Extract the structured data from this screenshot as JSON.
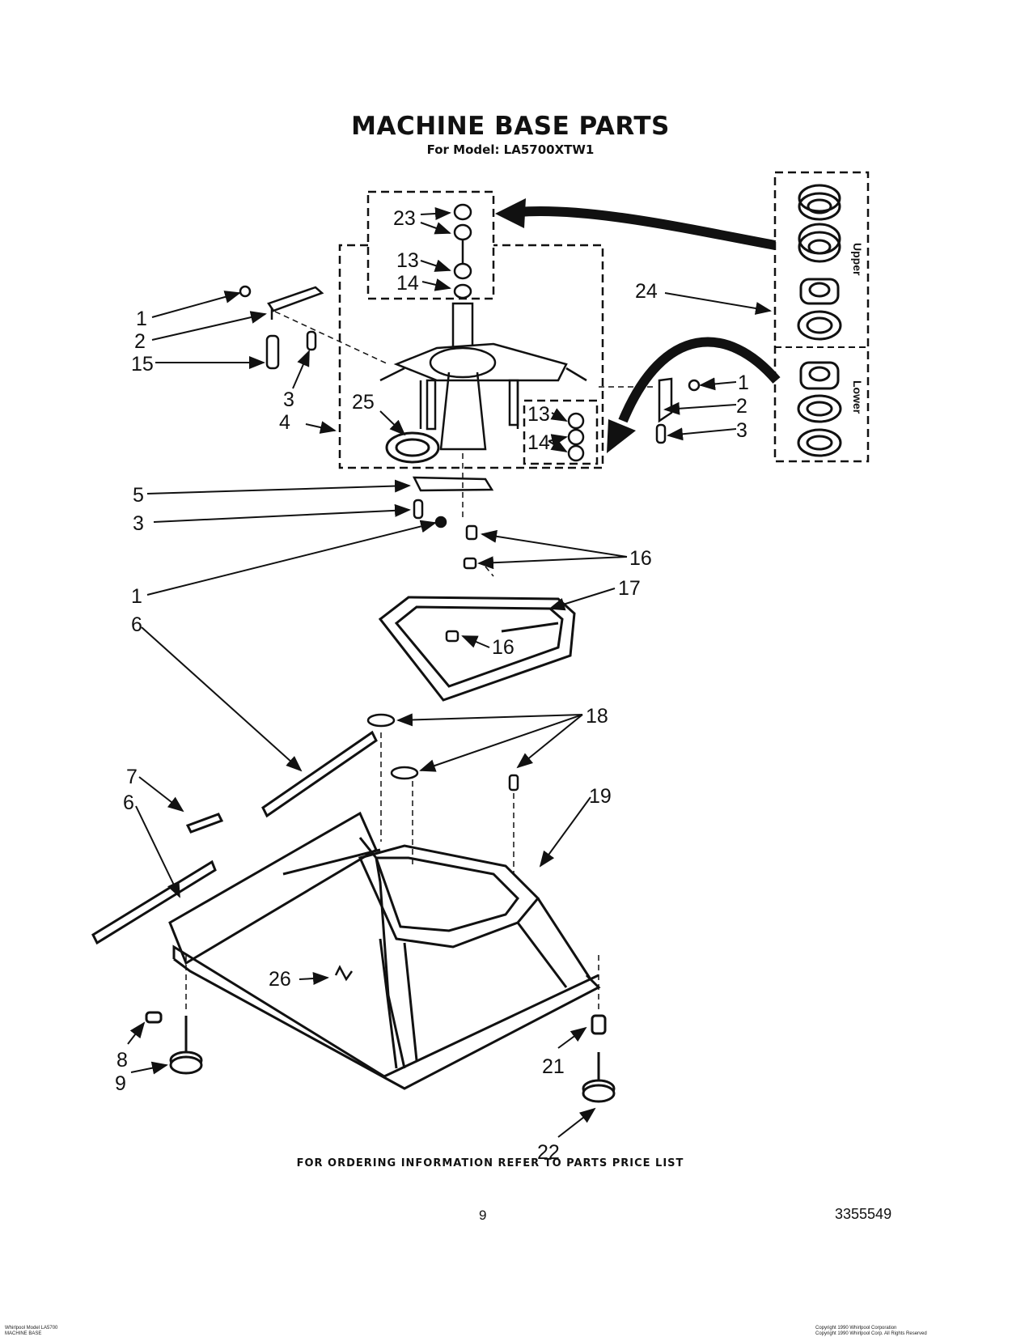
{
  "header": {
    "title": "MACHINE BASE PARTS",
    "model_line": "For Model: LA5700XTW1"
  },
  "inset": {
    "upper_label": "Upper",
    "lower_label": "Lower"
  },
  "callouts": {
    "c1a": "1",
    "c2a": "2",
    "c15": "15",
    "c3a": "3",
    "c4": "4",
    "c23": "23",
    "c13a": "13",
    "c14a": "14",
    "c24": "24",
    "c25": "25",
    "c1b": "1",
    "c2b": "2",
    "c3b": "3",
    "c13b": "13",
    "c14b": "14",
    "c5": "5",
    "c3c": "3",
    "c1c": "1",
    "c16a": "16",
    "c17": "17",
    "c16b": "16",
    "c6a": "6",
    "c18": "18",
    "c7": "7",
    "c6b": "6",
    "c19": "19",
    "c26": "26",
    "c8": "8",
    "c9": "9",
    "c21": "21",
    "c22": "22"
  },
  "footer": {
    "note": "FOR ORDERING INFORMATION REFER TO PARTS PRICE LIST",
    "page_number": "9",
    "document_number": "3355549",
    "fine_left_1": "Whirlpool Model LA5700",
    "fine_left_2": "MACHINE BASE",
    "fine_right_1": "Copyright 1990 Whirlpool Corporation",
    "fine_right_2": "Copyright 1990 Whirlpool Corp. All Rights Reserved"
  }
}
